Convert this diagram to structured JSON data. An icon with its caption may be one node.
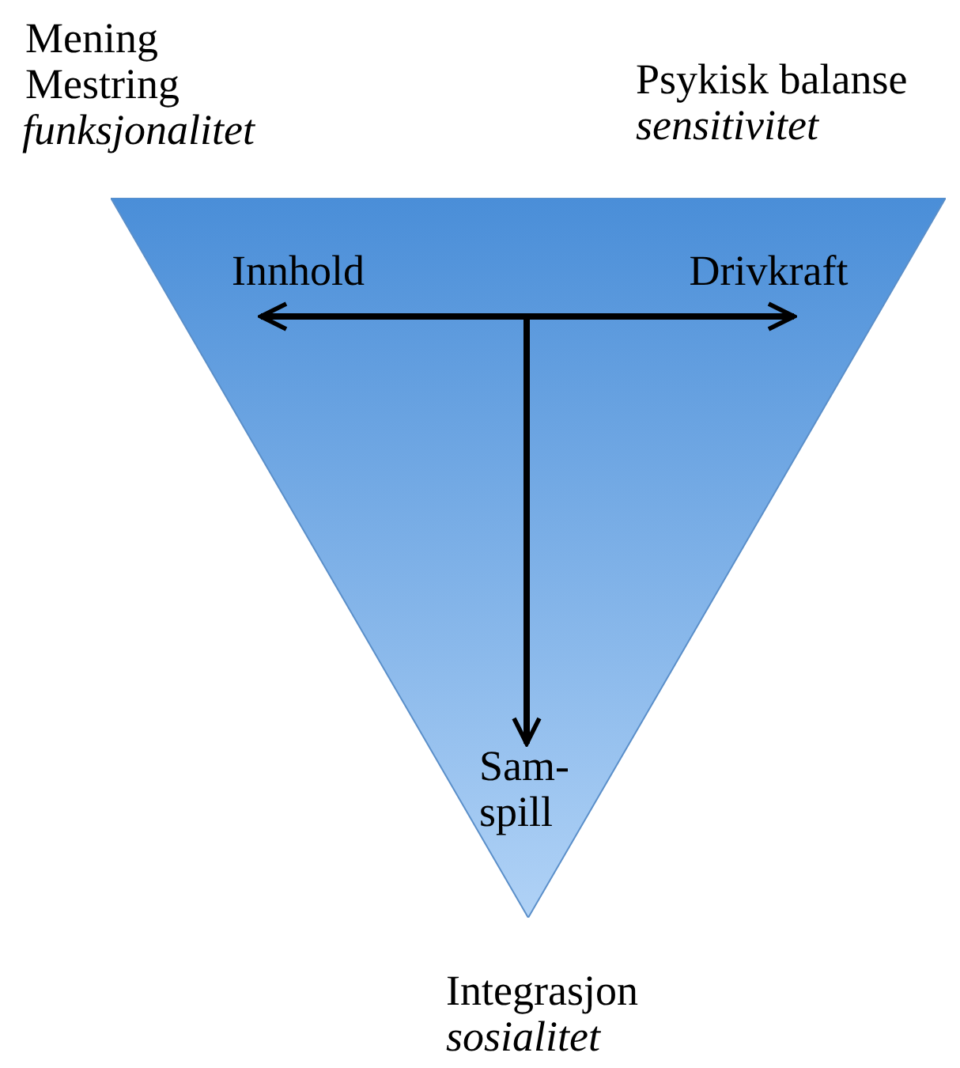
{
  "diagram": {
    "nodes": [
      {
        "text": [],
        "shape": "triangle"
      },
      {
        "text": [
          "Innhold"
        ],
        "in": 0
      },
      {
        "text": [
          "Drivkraft"
        ],
        "in": 0
      },
      {
        "text": [
          "Sam- spill"
        ],
        "in": 0
      }
    ],
    "edges": [
      {
        "from": 1,
        "to": 2,
        "arrow": "both"
      },
      {
        "from": null,
        "to": 3,
        "arrow": "to"
      }
    ],
    "labels": [
      "Mening",
      "Mestring",
      "funksjonalitet",
      "Psykisk balanse",
      "sensitivitet",
      "Integrasjon",
      "sosialitet"
    ]
  }
}
